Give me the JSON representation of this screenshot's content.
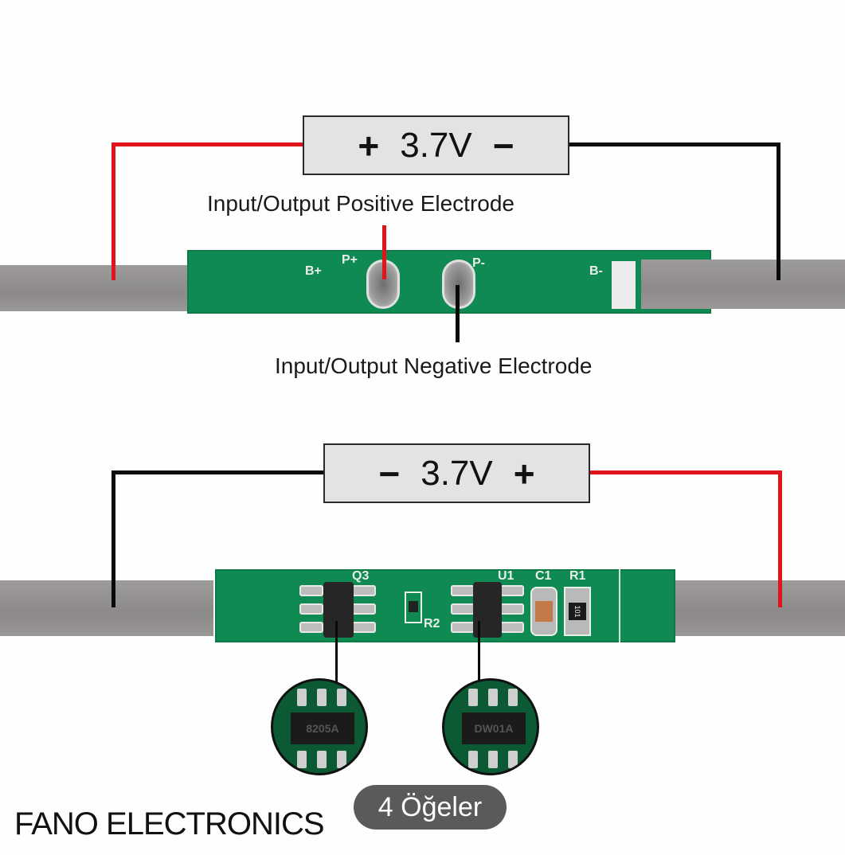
{
  "top_diagram": {
    "voltage_label": {
      "left_sign": "+",
      "value": "3.7V",
      "right_sign": "−"
    },
    "positive_label": "Input/Output Positive Electrode",
    "negative_label": "Input/Output Negative Electrode",
    "silkscreen": {
      "b_plus": "B+",
      "p_plus": "P+",
      "p_minus": "P-",
      "b_minus": "B-"
    }
  },
  "bottom_diagram": {
    "voltage_label": {
      "left_sign": "−",
      "value": "3.7V",
      "right_sign": "+"
    },
    "silkscreen": {
      "q3": "Q3",
      "u1": "U1",
      "c1": "C1",
      "r1": "R1",
      "r2": "R2",
      "r1_marking": "101"
    },
    "zoom_chips": [
      {
        "marking": "8205A"
      },
      {
        "marking": "DW01A"
      }
    ]
  },
  "colors": {
    "positive_wire": "#e0141b",
    "negative_wire": "#0a0a0a",
    "pcb_green": "#0f8a52"
  },
  "brand": "FANO ELECTRONICS",
  "gallery_badge": "4 Öğeler"
}
